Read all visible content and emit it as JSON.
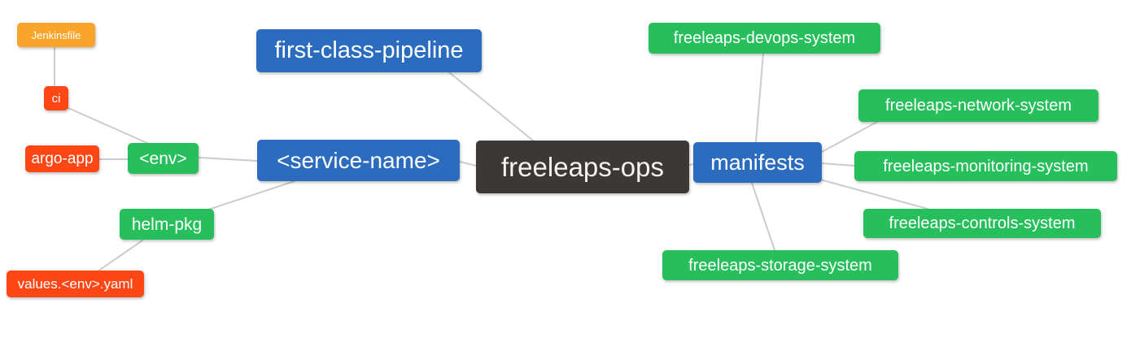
{
  "colors": {
    "root_node": "#3B3836",
    "branch_node": "#2B6CBE",
    "leaf_green": "#27BE5C",
    "leaf_red": "#FF4615",
    "leaf_orange": "#F9A42A",
    "edge_line": "#CCCCCC",
    "node_text": "#FFFFFF"
  },
  "nodes": {
    "freeleaps_ops": {
      "label": "freeleaps-ops"
    },
    "first_class_pipeline": {
      "label": "first-class-pipeline"
    },
    "service_name": {
      "label": "<service-name>"
    },
    "env": {
      "label": "<env>"
    },
    "ci": {
      "label": "ci"
    },
    "jenkinsfile": {
      "label": "Jenkinsfile"
    },
    "argo_app": {
      "label": "argo-app"
    },
    "helm_pkg": {
      "label": "helm-pkg"
    },
    "values_env_yaml": {
      "label": "values.<env>.yaml"
    },
    "manifests": {
      "label": "manifests"
    },
    "devops_system": {
      "label": "freeleaps-devops-system"
    },
    "network_system": {
      "label": "freeleaps-network-system"
    },
    "monitoring_system": {
      "label": "freeleaps-monitoring-system"
    },
    "controls_system": {
      "label": "freeleaps-controls-system"
    },
    "storage_system": {
      "label": "freeleaps-storage-system"
    }
  },
  "connections": [
    {
      "from": "freeleaps-ops",
      "to": "first-class-pipeline"
    },
    {
      "from": "freeleaps-ops",
      "to": "<service-name>"
    },
    {
      "from": "freeleaps-ops",
      "to": "manifests"
    },
    {
      "from": "<service-name>",
      "to": "<env>"
    },
    {
      "from": "<service-name>",
      "to": "helm-pkg"
    },
    {
      "from": "<env>",
      "to": "ci"
    },
    {
      "from": "<env>",
      "to": "argo-app"
    },
    {
      "from": "ci",
      "to": "Jenkinsfile"
    },
    {
      "from": "helm-pkg",
      "to": "values.<env>.yaml"
    },
    {
      "from": "manifests",
      "to": "freeleaps-devops-system"
    },
    {
      "from": "manifests",
      "to": "freeleaps-network-system"
    },
    {
      "from": "manifests",
      "to": "freeleaps-monitoring-system"
    },
    {
      "from": "manifests",
      "to": "freeleaps-controls-system"
    },
    {
      "from": "manifests",
      "to": "freeleaps-storage-system"
    }
  ]
}
